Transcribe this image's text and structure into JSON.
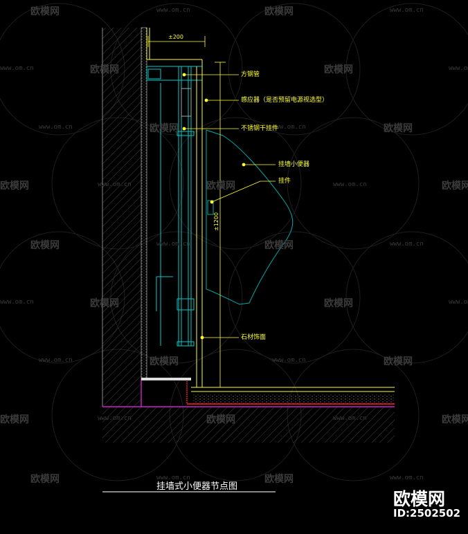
{
  "watermark": {
    "brand": "欧模网",
    "url": "www.om.cn"
  },
  "dimensions": {
    "width": "±200",
    "height": "±1200"
  },
  "labels": {
    "square_pipe": "方钢管",
    "sensor": "感应器（是否预留电源视选型）",
    "hanger": "不锈钢干挂件",
    "urinal": "挂墙小便器",
    "bracket": "挂件",
    "stone": "石材饰面"
  },
  "title": "挂墙式小便器节点图",
  "corner": {
    "brand": "欧模网",
    "id": "ID:2502502"
  },
  "colors": {
    "background": "#000000",
    "leader": "#ffff33",
    "frame": "#00cccc",
    "urinal": "#00aaaa",
    "floor_red": "#ff2020",
    "magenta": "#cc22cc",
    "wall": "#888888"
  }
}
